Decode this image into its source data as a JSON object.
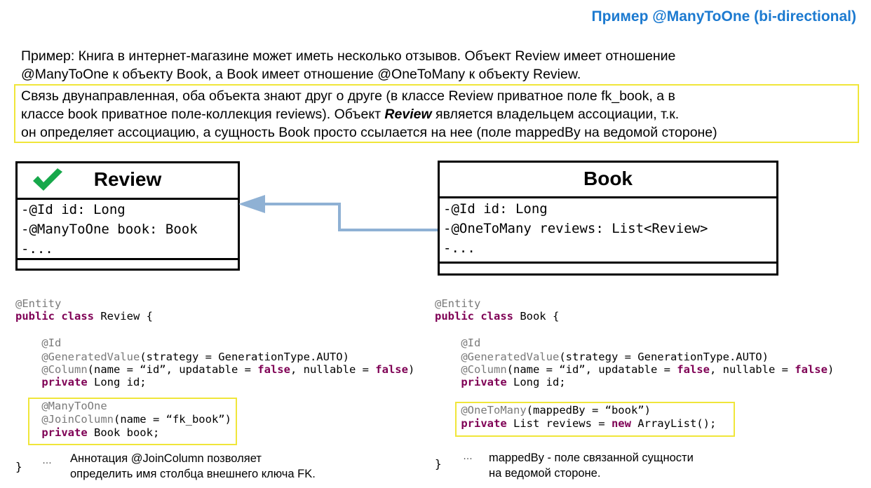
{
  "slide": {
    "title": "Пример @ManyToOne (bi-directional)",
    "intro_lines": [
      "Пример: Книга в интернет-магазине может иметь несколько отзывов. Объект Review имеет отношение",
      "@ManyToOne к объекту Book, а Book имеет отношение @OneToMany к объекту Review."
    ],
    "highlight_lines": [
      [
        {
          "t": "Связь двунаправленная,",
          "s": "b"
        },
        {
          "t": " оба объекта знают друг о друге (в классе Review приватное поле ",
          "s": ""
        },
        {
          "t": "fk_book,",
          "s": "b"
        },
        {
          "t": " а в",
          "s": ""
        }
      ],
      [
        {
          "t": "классе book приватное ",
          "s": ""
        },
        {
          "t": "поле-коллекция reviews",
          "s": "b"
        },
        {
          "t": "). ",
          "s": ""
        },
        {
          "t": "Объект ",
          "s": "b"
        },
        {
          "t": "Review",
          "s": "bi"
        },
        {
          "t": " является владельцем ассоциации,",
          "s": "b"
        },
        {
          "t": " т.к.",
          "s": ""
        }
      ],
      [
        {
          "t": "он определяет ассоциацию, а сущность ",
          "s": ""
        },
        {
          "t": "Book",
          "s": "i"
        },
        {
          "t": " просто ссылается на нее (поле mappedBy на ведомой стороне)",
          "s": ""
        }
      ]
    ]
  },
  "colors": {
    "title": "#1c7ad0",
    "highlight_border": "#f0e63a",
    "check": "#17a84b",
    "arrow": "#8fb1d4",
    "annotation": "#7a7a7a",
    "keyword": "#7f0055"
  },
  "uml": {
    "review": {
      "name": "Review",
      "icon": "checkmark-icon",
      "attributes": [
        "-@Id id: Long",
        "-@ManyToOne book: Book",
        "-..."
      ]
    },
    "book": {
      "name": "Book",
      "attributes": [
        "-@Id id: Long",
        "-@OneToMany reviews: List<Review>",
        "-..."
      ]
    }
  },
  "code_review": {
    "lines": [
      [
        {
          "t": "@Entity",
          "c": "ann"
        }
      ],
      [
        {
          "t": "public class",
          "c": "kw"
        },
        {
          "t": " Review {",
          "c": ""
        }
      ],
      [
        {
          "t": "    @Id",
          "c": "ann"
        }
      ],
      [
        {
          "t": "    @GeneratedValue",
          "c": "ann"
        },
        {
          "t": "(strategy = GenerationType.AUTO)",
          "c": ""
        }
      ],
      [
        {
          "t": "    @Column",
          "c": "ann"
        },
        {
          "t": "(name = “id”, updatable = ",
          "c": ""
        },
        {
          "t": "false",
          "c": "kw"
        },
        {
          "t": ", nullable = ",
          "c": ""
        },
        {
          "t": "false",
          "c": "kw"
        },
        {
          "t": ")",
          "c": ""
        }
      ],
      [
        {
          "t": "    private",
          "c": "kw"
        },
        {
          "t": " Long id;",
          "c": ""
        }
      ],
      [
        {
          "t": "    @ManyToOne",
          "c": "ann"
        }
      ],
      [
        {
          "t": "    @JoinColumn",
          "c": "ann"
        },
        {
          "t": "(name = “fk_book”)",
          "c": ""
        }
      ],
      [
        {
          "t": "    private",
          "c": "kw"
        },
        {
          "t": " Book book;",
          "c": ""
        }
      ]
    ],
    "dots": "…",
    "note": [
      [
        {
          "t": "Аннотация ",
          "s": ""
        },
        {
          "t": "@JoinColumn",
          "s": "b"
        },
        {
          "t": " позволяет",
          "s": ""
        }
      ],
      [
        {
          "t": "определить ",
          "s": ""
        },
        {
          "t": "имя столбца внешнего ключа FK.",
          "s": "b"
        }
      ]
    ],
    "close_brace": "}"
  },
  "code_book": {
    "lines": [
      [
        {
          "t": "@Entity",
          "c": "ann"
        }
      ],
      [
        {
          "t": "public class",
          "c": "kw"
        },
        {
          "t": " Book {",
          "c": ""
        }
      ],
      [
        {
          "t": "    @Id",
          "c": "ann"
        }
      ],
      [
        {
          "t": "    @GeneratedValue",
          "c": "ann"
        },
        {
          "t": "(strategy = GenerationType.AUTO)",
          "c": ""
        }
      ],
      [
        {
          "t": "    @Column",
          "c": "ann"
        },
        {
          "t": "(name = “id”, updatable = ",
          "c": ""
        },
        {
          "t": "false",
          "c": "kw"
        },
        {
          "t": ", nullable = ",
          "c": ""
        },
        {
          "t": "false",
          "c": "kw"
        },
        {
          "t": ")",
          "c": ""
        }
      ],
      [
        {
          "t": "    private",
          "c": "kw"
        },
        {
          "t": " Long id;",
          "c": ""
        }
      ],
      [
        {
          "t": "    @OneToMany",
          "c": "ann"
        },
        {
          "t": "(mappedBy = “book”)",
          "c": ""
        }
      ],
      [
        {
          "t": "    private",
          "c": "kw"
        },
        {
          "t": " List reviews = ",
          "c": ""
        },
        {
          "t": "new",
          "c": "kw"
        },
        {
          "t": " ArrayList();",
          "c": ""
        }
      ]
    ],
    "dots": "…",
    "note": [
      [
        {
          "t": "mappedBy",
          "s": "b"
        },
        {
          "t": " - поле связанной сущности",
          "s": ""
        }
      ],
      [
        {
          "t": "на ведомой стороне.",
          "s": "b"
        }
      ]
    ],
    "close_brace": "}"
  }
}
